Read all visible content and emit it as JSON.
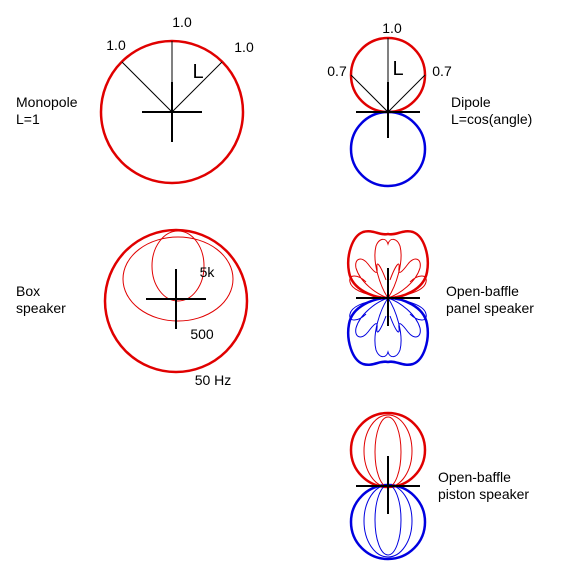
{
  "colors": {
    "front": "#e00000",
    "back": "#0000e0",
    "axis": "#000000"
  },
  "monopole": {
    "title_line1": "Monopole",
    "title_line2": "L=1",
    "value_top": "1.0",
    "value_left": "1.0",
    "value_right": "1.0",
    "vector_label": "L"
  },
  "dipole": {
    "title_line1": "Dipole",
    "title_line2": "L=cos(angle)",
    "value_top": "1.0",
    "value_left": "0.7",
    "value_right": "0.7",
    "vector_label": "L"
  },
  "box": {
    "title_line1": "Box",
    "title_line2": "speaker",
    "freq_high": "5k",
    "freq_mid": "500",
    "freq_low": "50 Hz"
  },
  "panel": {
    "title_line1": "Open-baffle",
    "title_line2": "panel speaker"
  },
  "piston": {
    "title_line1": "Open-baffle",
    "title_line2": "piston speaker"
  }
}
